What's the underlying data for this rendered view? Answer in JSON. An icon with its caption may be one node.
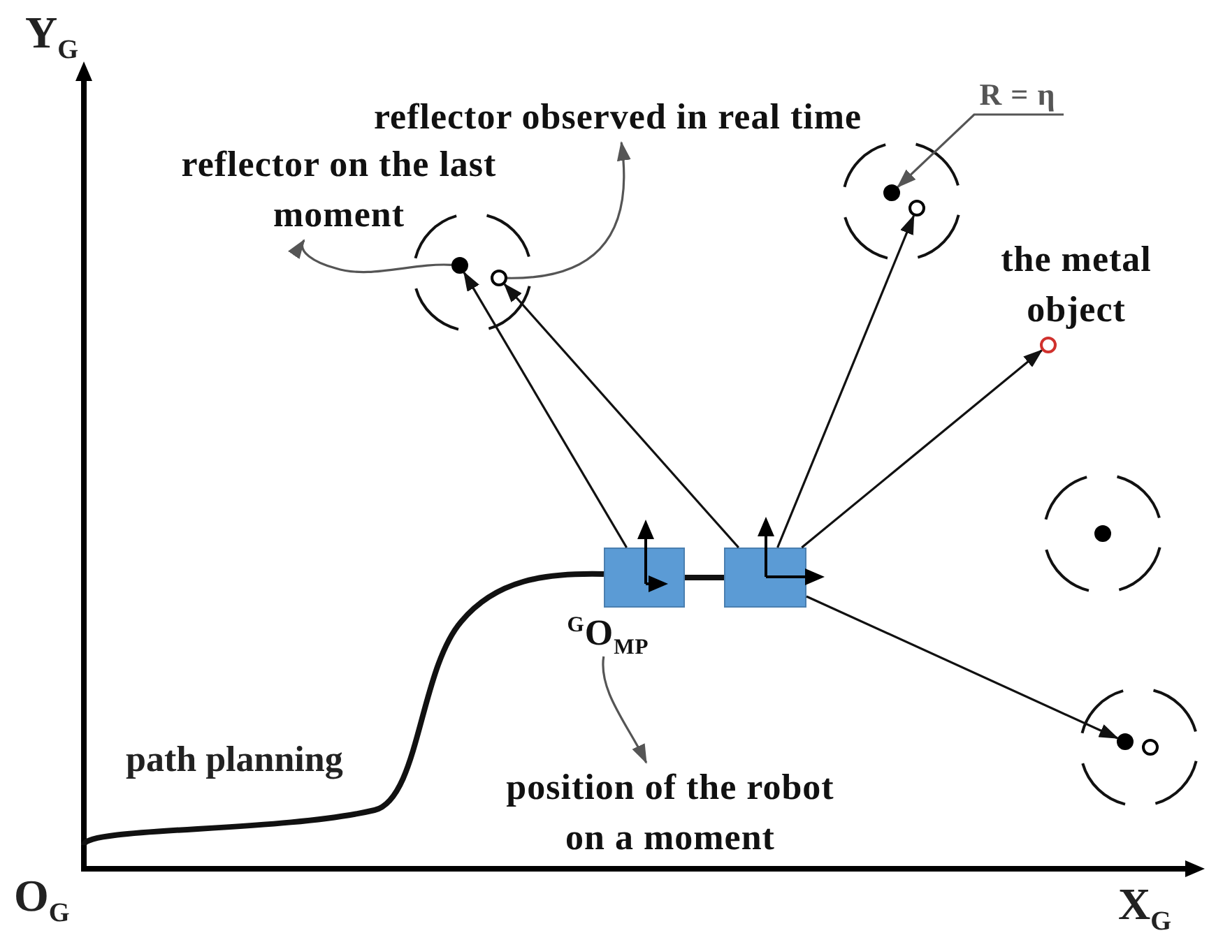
{
  "diagram": {
    "nodes": [
      {
        "text": [
          "R = η"
        ]
      },
      {
        "text": [
          "reflector observed in real time"
        ]
      },
      {
        "text": [
          "reflector on the last moment"
        ]
      },
      {
        "text": [],
        "shape": "circle"
      },
      {
        "text": [],
        "shape": "circle"
      },
      {
        "text": [],
        "shape": "circle"
      },
      {
        "text": [],
        "shape": "circle"
      },
      {
        "text": [
          "the metal object"
        ]
      },
      {
        "text": [],
        "shape": "circle"
      },
      {
        "text": [],
        "shape": "circle"
      },
      {
        "text": [],
        "shape": "box"
      },
      {
        "text": [],
        "shape": "box"
      },
      {
        "text": [
          "$^{G}$O$_{MP}$"
        ]
      },
      {
        "text": [],
        "shape": "circle"
      },
      {
        "text": [],
        "shape": "circle"
      },
      {
        "text": [
          "position of the robot on a moment"
        ]
      }
    ],
    "edges": [
      {
        "from": 0,
        "to": 5,
        "arrow": "to",
        "color": "#555555"
      },
      {
        "from": 4,
        "to": 1,
        "arrow": "to",
        "color": "#555555"
      },
      {
        "from": 3,
        "to": 2,
        "arrow": "to",
        "color": "#555555"
      },
      {
        "from": 10,
        "to": 3,
        "arrow": "to"
      },
      {
        "from": 11,
        "to": 4,
        "arrow": "to"
      },
      {
        "from": 11,
        "to": 6,
        "arrow": "to"
      },
      {
        "from": 11,
        "to": 8,
        "arrow": "to"
      },
      {
        "from": 11,
        "to": 13,
        "arrow": "to"
      },
      {
        "from": 10,
        "to": 11,
        "arrow": "none",
        "style": "thick"
      },
      {
        "from": 12,
        "to": 15,
        "arrow": "to",
        "color": "#555555"
      }
    ],
    "labels": [
      "Y$_{G}$",
      "path planning",
      "O$_{G}$",
      "X$_{G}$"
    ]
  }
}
